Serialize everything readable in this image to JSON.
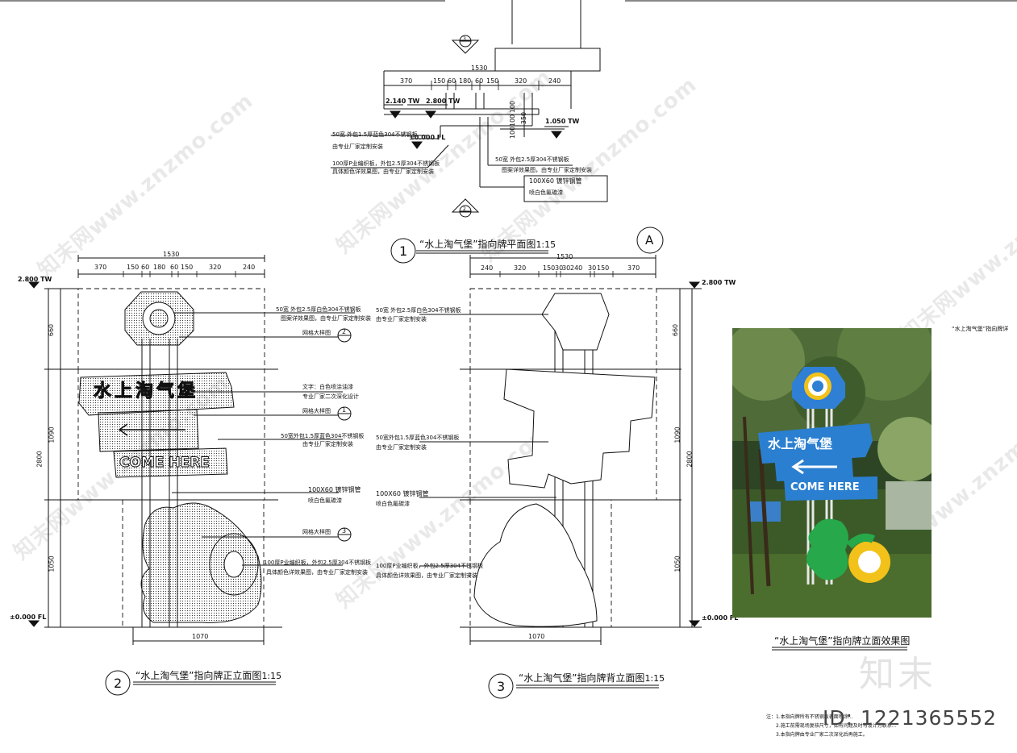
{
  "plan": {
    "total_dim": "1530",
    "seg_dims": [
      "370",
      "150",
      "60",
      "180",
      "60",
      "150",
      "320",
      "240"
    ],
    "levels": [
      "2.140 TW",
      "2.800 TW",
      "1.050 TW",
      "±0.000 FL"
    ],
    "vert_dims": [
      "100",
      "100",
      "100",
      "350"
    ],
    "section_marks": [
      "3",
      "2"
    ],
    "notes": [
      "50宽 外包1.5厚蓝色304不锈钢板",
      "由专业厂家定制安装",
      "100厚P业编织板，外包2.5厚304不锈钢板",
      "具体颜色详效果图，由专业厂家定制安装",
      "50宽 外包2.5厚304不锈钢板",
      "图案详效果图，由专业厂家定制安装",
      "100X60 镀锌钢管",
      "喷白色氟碳漆"
    ],
    "title_no": "1",
    "title": "“水上淘气堡”指向牌平面图",
    "scale": "1:15"
  },
  "front": {
    "total_dim": "1530",
    "seg_dims": [
      "370",
      "150",
      "60",
      "180",
      "60",
      "150",
      "320",
      "240"
    ],
    "level_top": "2.800 TW",
    "level_bottom": "±0.000 FL",
    "vert_dims": [
      "660",
      "1090",
      "1050"
    ],
    "overall_height": "2800",
    "base_dim": "1070",
    "detail_marks": [
      "2",
      "1",
      "3"
    ],
    "notes": [
      "50宽 外包2.5厚白色304不锈钢板",
      "图案详效果图，由专业厂家定制安装",
      "网格大样图",
      "文字：白色喷涂油漆",
      "专业厂家二次深化设计",
      "网格大样图",
      "50宽外包1.5厚蓝色304不锈钢板",
      "由专业厂家定制安装",
      "100X60 镀锌钢管",
      "喷白色氟碳漆",
      "网格大样图",
      "100厚P业编织板，外包2.5厚304不锈钢板",
      "具体颜色详效果图，由专业厂家定制安装"
    ],
    "sign_text": [
      "水上淘气堡",
      "COME HERE"
    ],
    "title_no": "2",
    "title": "“水上淘气堡”指向牌正立面图",
    "scale": "1:15"
  },
  "back": {
    "section_mark": "A",
    "total_dim": "1530",
    "seg_dims": [
      "240",
      "320",
      "150",
      "30",
      "30",
      "240",
      "30",
      "150",
      "370"
    ],
    "level_top": "2.800 TW",
    "level_bottom": "±0.000 FL",
    "vert_dims": [
      "660",
      "1090",
      "1050"
    ],
    "overall_height": "2800",
    "base_dim": "1070",
    "notes": [
      "50宽 外包2.5厚白色304不锈钢板",
      "由专业厂家定制安装",
      "50宽外包1.5厚蓝色304不锈钢板",
      "由专业厂家定制安装",
      "100X60 镀锌钢管",
      "喷白色氟碳漆",
      "100厚P业编织板，外包2.5厚304不锈钢板",
      "具体颜色详效果图，由专业厂家定制安装"
    ],
    "title_no": "3",
    "title": "“水上淘气堡”指向牌背立面图",
    "scale": "1:15"
  },
  "render": {
    "top_caption": "“水上淘气堡”指向牌详",
    "sign_title": "水上淘气堡",
    "sign_sub": "COME HERE",
    "caption": "“水上淘气堡”指向牌立面效果图"
  },
  "footnotes": [
    "注：1.本指向牌所有不锈钢板表面喷涂...",
    "2.施工前需现场复核尺寸，如有问题及时与设计方联系...",
    "3.本指向牌由专业厂家二次深化后再施工。"
  ],
  "watermark": {
    "text": "知末网www.znzmo.com",
    "brand": "知末",
    "id": "ID: 1221365552"
  },
  "colors": {
    "sign_blue": "#2b7fd1",
    "mascot_green": "#27a84a",
    "ring_yellow": "#f2c21a"
  }
}
